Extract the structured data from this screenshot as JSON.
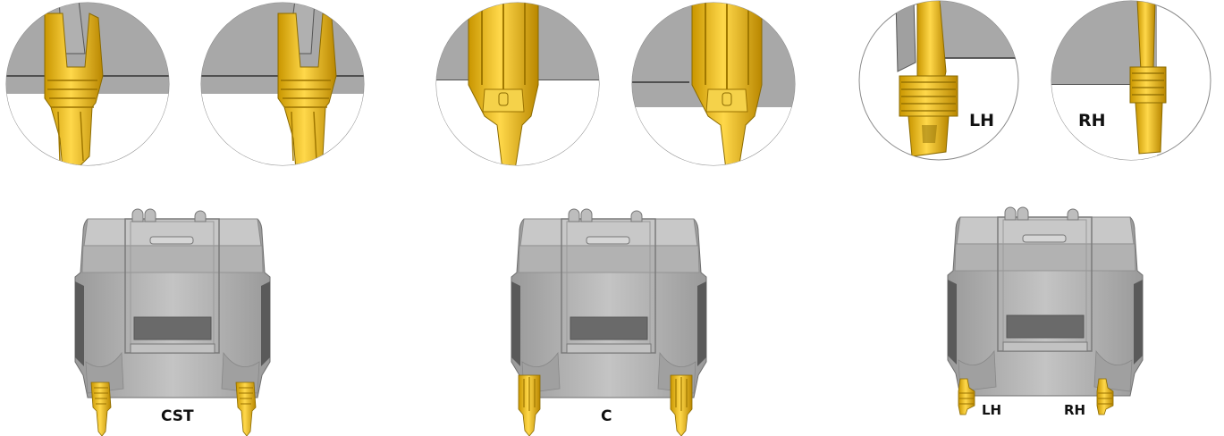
{
  "colors": {
    "tooth_yellow": "#f2c300",
    "tooth_dark": "#b98b00",
    "bucket_grey": "#b4b4b4",
    "bucket_dark": "#7d7d7d",
    "circle_grey": "#a9a9a9"
  },
  "panels": [
    {
      "id": "cst",
      "bucket_label": "CST",
      "zoom_labels": []
    },
    {
      "id": "c",
      "bucket_label": "C",
      "zoom_labels": []
    },
    {
      "id": "lh-rh",
      "zoom_labels": [
        "LH",
        "RH"
      ],
      "bucket_labels": [
        "LH",
        "RH"
      ]
    }
  ]
}
